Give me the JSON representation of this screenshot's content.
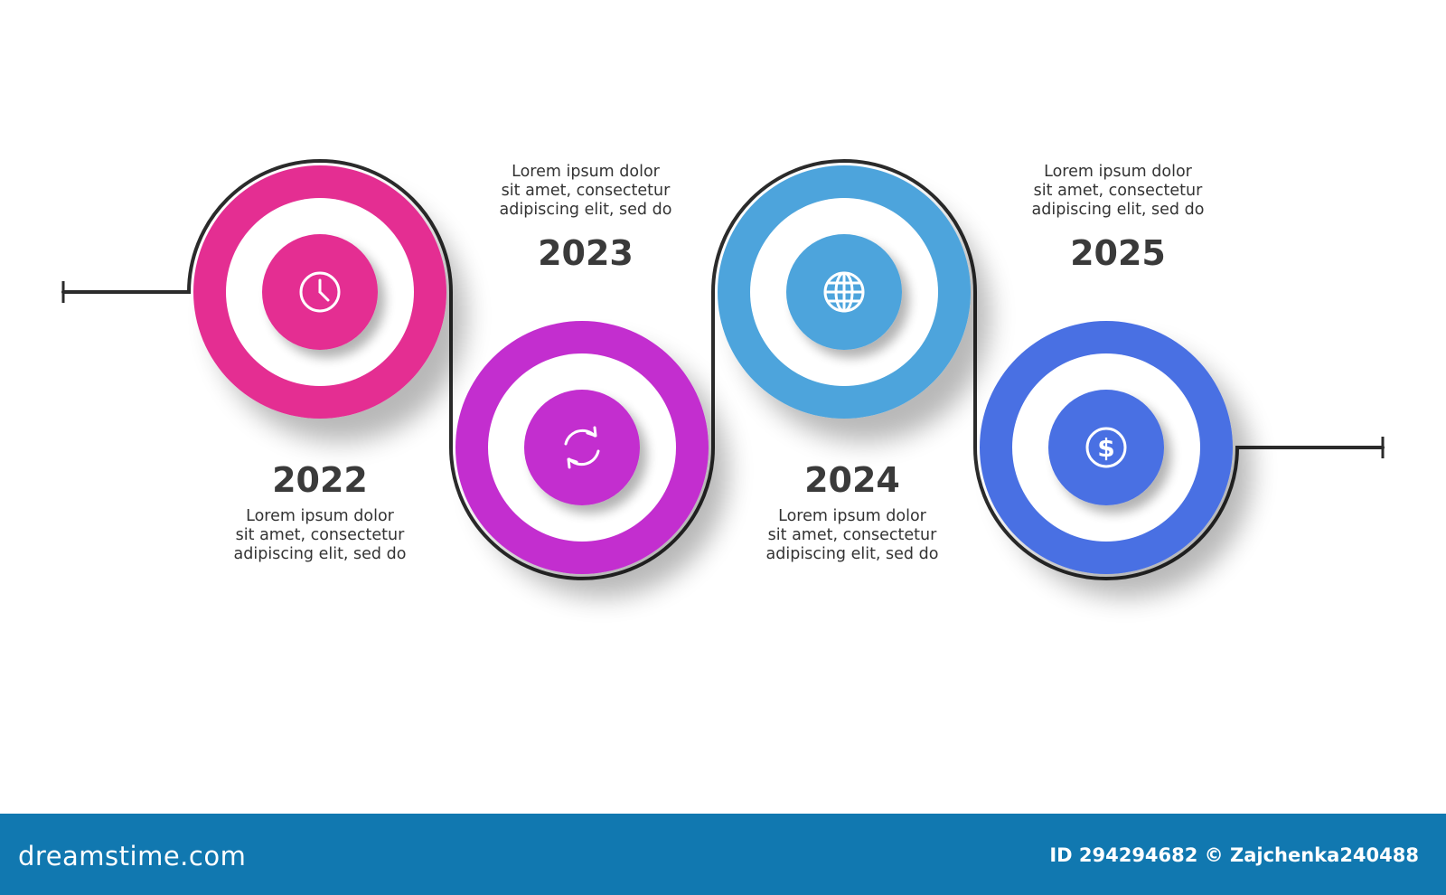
{
  "timeline": {
    "steps": [
      {
        "year": "2022",
        "icon": "clock-icon",
        "color": "#e42d92",
        "text": [
          "Lorem ipsum dolor",
          "sit amet, consectetur",
          "adipiscing elit, sed do"
        ]
      },
      {
        "year": "2023",
        "icon": "refresh-icon",
        "color": "#c32ecf",
        "text": [
          "Lorem ipsum dolor",
          "sit amet, consectetur",
          "adipiscing elit, sed do"
        ]
      },
      {
        "year": "2024",
        "icon": "globe-icon",
        "color": "#4da4dc",
        "text": [
          "Lorem ipsum dolor",
          "sit amet, consectetur",
          "adipiscing elit, sed do"
        ]
      },
      {
        "year": "2025",
        "icon": "dollar-icon",
        "color": "#4a6fe3",
        "text": [
          "Lorem ipsum dolor",
          "sit amet, consectetur",
          "adipiscing elit, sed do"
        ]
      }
    ],
    "line_color": "#2b2b2b"
  },
  "footer": {
    "logo": "dreamstime.com",
    "image_id": "ID 294294682 © Zajchenka240488",
    "background": "#1178b0"
  }
}
